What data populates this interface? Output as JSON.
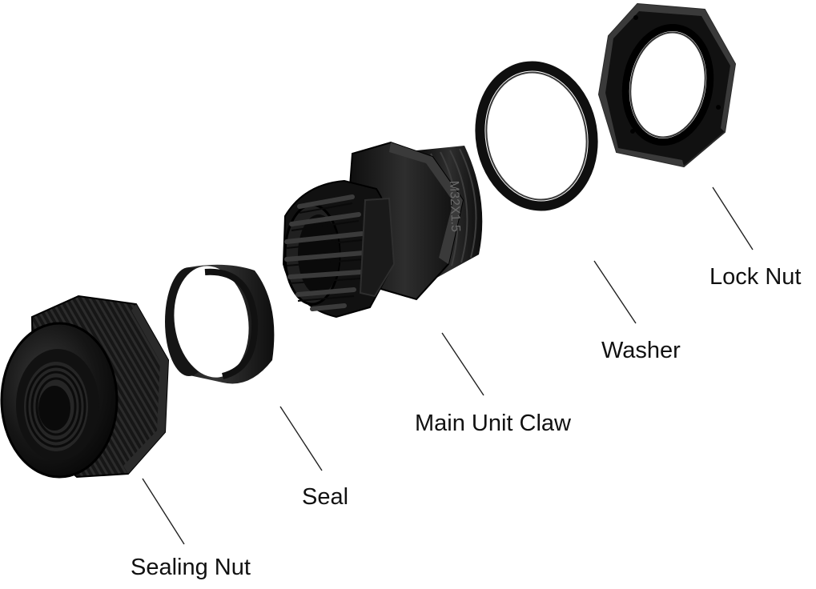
{
  "parts": {
    "lock_nut": "Lock Nut",
    "washer": "Washer",
    "main_unit_claw": "Main Unit Claw",
    "seal": "Seal",
    "sealing_nut": "Sealing Nut"
  },
  "thread_marking": "M32X1.5",
  "colors": {
    "background": "#ffffff",
    "part_plastic": "#141414",
    "highlight": "#3a3a3a",
    "leader_line": "#222222"
  }
}
